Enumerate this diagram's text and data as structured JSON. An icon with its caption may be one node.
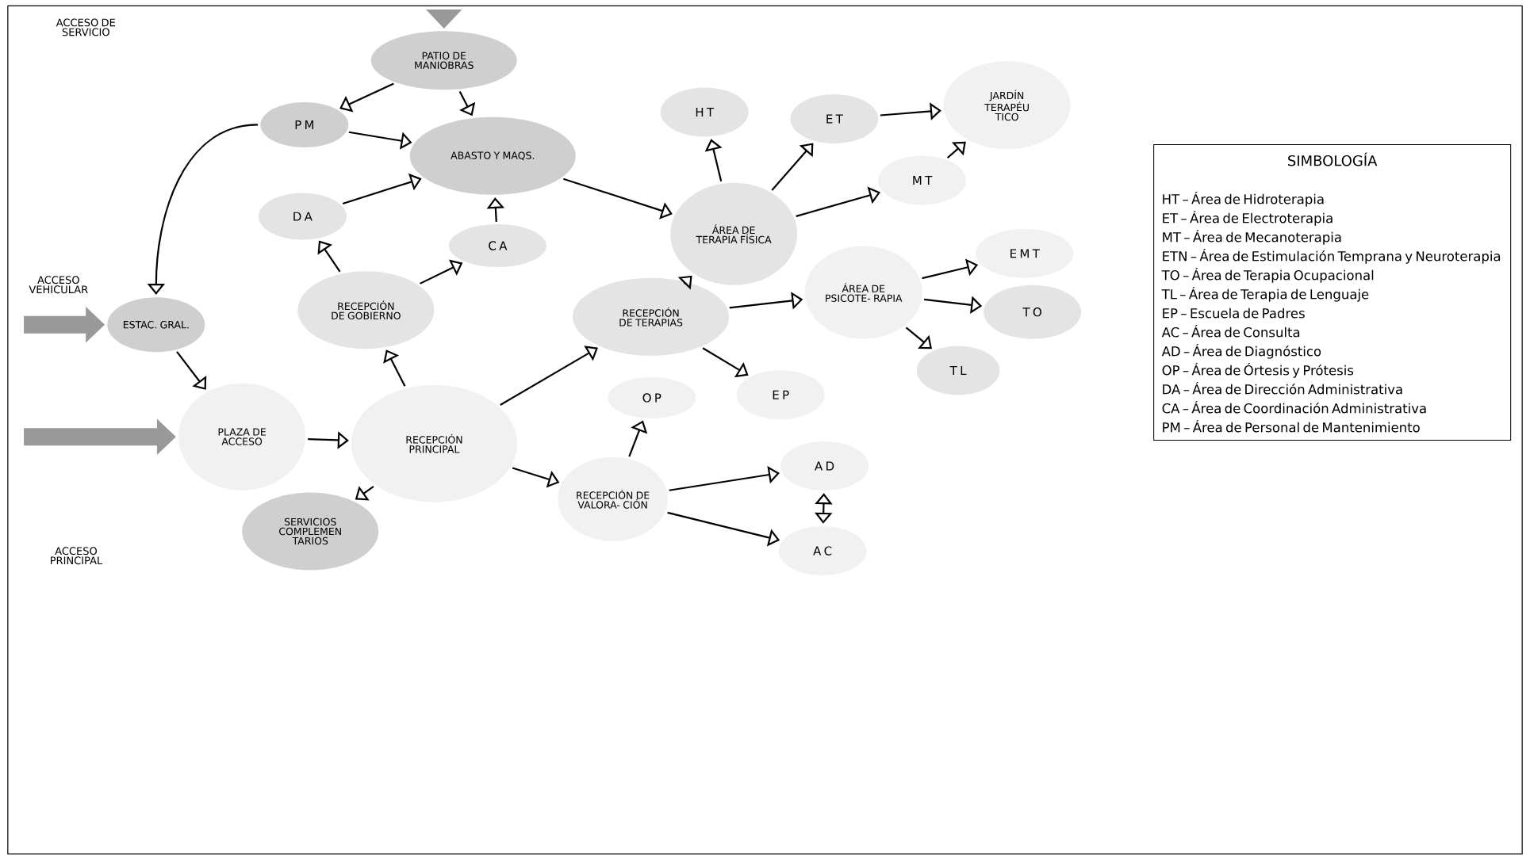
{
  "diagram": {
    "nodes": [
      {
        "text": [
          "PATIO DE MANIOBRAS"
        ]
      },
      {
        "text": [
          "P M"
        ]
      },
      {
        "text": [
          "ABASTO Y MAQS."
        ]
      },
      {
        "text": [
          "D A"
        ]
      },
      {
        "text": [
          "C A"
        ]
      },
      {
        "text": [
          "RECEPCIÓN DE GOBIERNO"
        ]
      },
      {
        "text": [
          "ESTAC. GRAL."
        ]
      },
      {
        "text": [
          "PLAZA DE ACCESO"
        ]
      },
      {
        "text": [
          "RECEPCIÓN PRINCIPAL"
        ]
      },
      {
        "text": [
          "SERVICIOS COMPLEMEN TARIOS"
        ]
      },
      {
        "text": [
          "H T"
        ]
      },
      {
        "text": [
          "E T"
        ]
      },
      {
        "text": [
          "JARDÍN TERAPÉU TICO"
        ]
      },
      {
        "text": [
          "ÁREA DE TERAPIA FÍSICA"
        ]
      },
      {
        "text": [
          "M T"
        ]
      },
      {
        "text": [
          "E M T"
        ]
      },
      {
        "text": [
          "ÁREA DE PSICOTE- RAPIA"
        ]
      },
      {
        "text": [
          "T O"
        ]
      },
      {
        "text": [
          "RECEPCIÓN DE TERAPIAS"
        ]
      },
      {
        "text": [
          "T L"
        ]
      },
      {
        "text": [
          "E P"
        ]
      },
      {
        "text": [
          "O P"
        ]
      },
      {
        "text": [
          "RECEPCIÓN DE VALORA- CIÓN"
        ]
      },
      {
        "text": [
          "A D"
        ]
      },
      {
        "text": [
          "A C"
        ]
      },
      {
        "text": [
          "SIMBOLOGÍA",
          "HT – Área de Hidroterapia",
          "ET – Área de Electroterapia",
          "MT – Área de Mecanoterapia",
          "ETN – Área de Estimulación Temprana y Neuroterapia",
          "TO – Área de Terapia Ocupacional",
          "TL – Área de Terapia de Lenguaje",
          "EP – Escuela de Padres",
          "AC – Área de Consulta",
          "AD – Área de Diagnóstico",
          "OP – Área de Órtesis y Prótesis",
          "DA – Área de Dirección Administrativa",
          "CA – Área de Coordinación Administrativa",
          "PM – Área de Personal de Mantenimiento"
        ]
      }
    ],
    "edges": [
      {
        "from": null,
        "to": 0,
        "arrow": "to",
        "style": "thick",
        "color": "#999999"
      },
      {
        "from": null,
        "to": 6,
        "arrow": "to",
        "style": "thick",
        "color": "#999999"
      },
      {
        "from": null,
        "to": 7,
        "arrow": "to",
        "style": "thick",
        "color": "#999999"
      },
      {
        "from": 0,
        "to": 1,
        "arrow": "to"
      },
      {
        "from": 0,
        "to": 2,
        "arrow": "to"
      },
      {
        "from": 1,
        "to": 2,
        "arrow": "to"
      },
      {
        "from": 3,
        "to": 2,
        "arrow": "to"
      },
      {
        "from": 4,
        "to": 2,
        "arrow": "to"
      },
      {
        "from": 5,
        "to": 3,
        "arrow": "to"
      },
      {
        "from": 5,
        "to": 4,
        "arrow": "to"
      },
      {
        "from": 8,
        "to": 5,
        "arrow": "to"
      },
      {
        "from": 1,
        "to": 6,
        "arrow": "to"
      },
      {
        "from": 6,
        "to": 7,
        "arrow": "to"
      },
      {
        "from": 7,
        "to": 8,
        "arrow": "to"
      },
      {
        "from": 8,
        "to": 18,
        "arrow": "to"
      },
      {
        "from": 8,
        "to": 9,
        "arrow": "to"
      },
      {
        "from": 8,
        "to": 22,
        "arrow": "to"
      },
      {
        "from": 22,
        "to": 21,
        "arrow": "to"
      },
      {
        "from": 18,
        "to": 20,
        "arrow": "to"
      },
      {
        "from": 18,
        "to": 16,
        "arrow": "to"
      },
      {
        "from": 18,
        "to": 13,
        "arrow": "to"
      },
      {
        "from": 2,
        "to": 13,
        "arrow": "to"
      },
      {
        "from": 13,
        "to": 10,
        "arrow": "to"
      },
      {
        "from": 13,
        "to": 11,
        "arrow": "to"
      },
      {
        "from": 13,
        "to": 14,
        "arrow": "to"
      },
      {
        "from": 11,
        "to": 12,
        "arrow": "to"
      },
      {
        "from": 14,
        "to": 12,
        "arrow": "to"
      },
      {
        "from": 16,
        "to": 15,
        "arrow": "to"
      },
      {
        "from": 16,
        "to": 17,
        "arrow": "to"
      },
      {
        "from": 16,
        "to": 19,
        "arrow": "to"
      },
      {
        "from": 22,
        "to": 23,
        "arrow": "to"
      },
      {
        "from": 22,
        "to": 24,
        "arrow": "to"
      },
      {
        "from": 23,
        "to": 24,
        "arrow": "both"
      }
    ],
    "labels": [
      "ACCESO DE SERVICIO",
      "ACCESO VEHICULAR",
      "ACCESO PRINCIPAL"
    ]
  }
}
